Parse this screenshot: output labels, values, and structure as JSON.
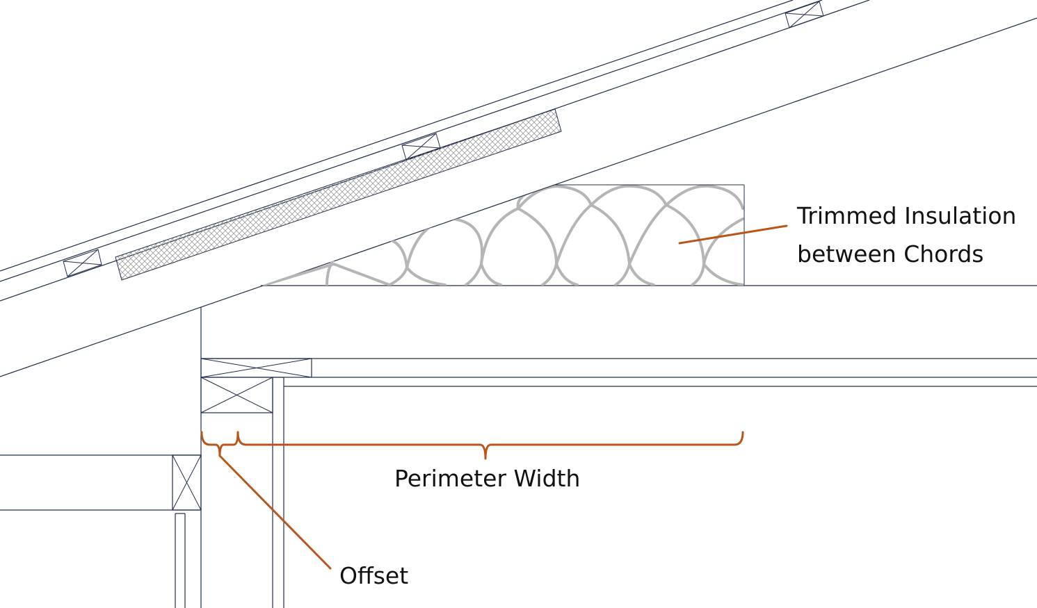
{
  "labels": {
    "insulation_line1": "Trimmed Insulation",
    "insulation_line2": "between Chords",
    "perimeter_width": "Perimeter Width",
    "offset": "Offset"
  },
  "colors": {
    "linework": "#1f2d4a",
    "callout": "#b8561a",
    "insulation": "#b5b5b5",
    "text": "#111111"
  }
}
